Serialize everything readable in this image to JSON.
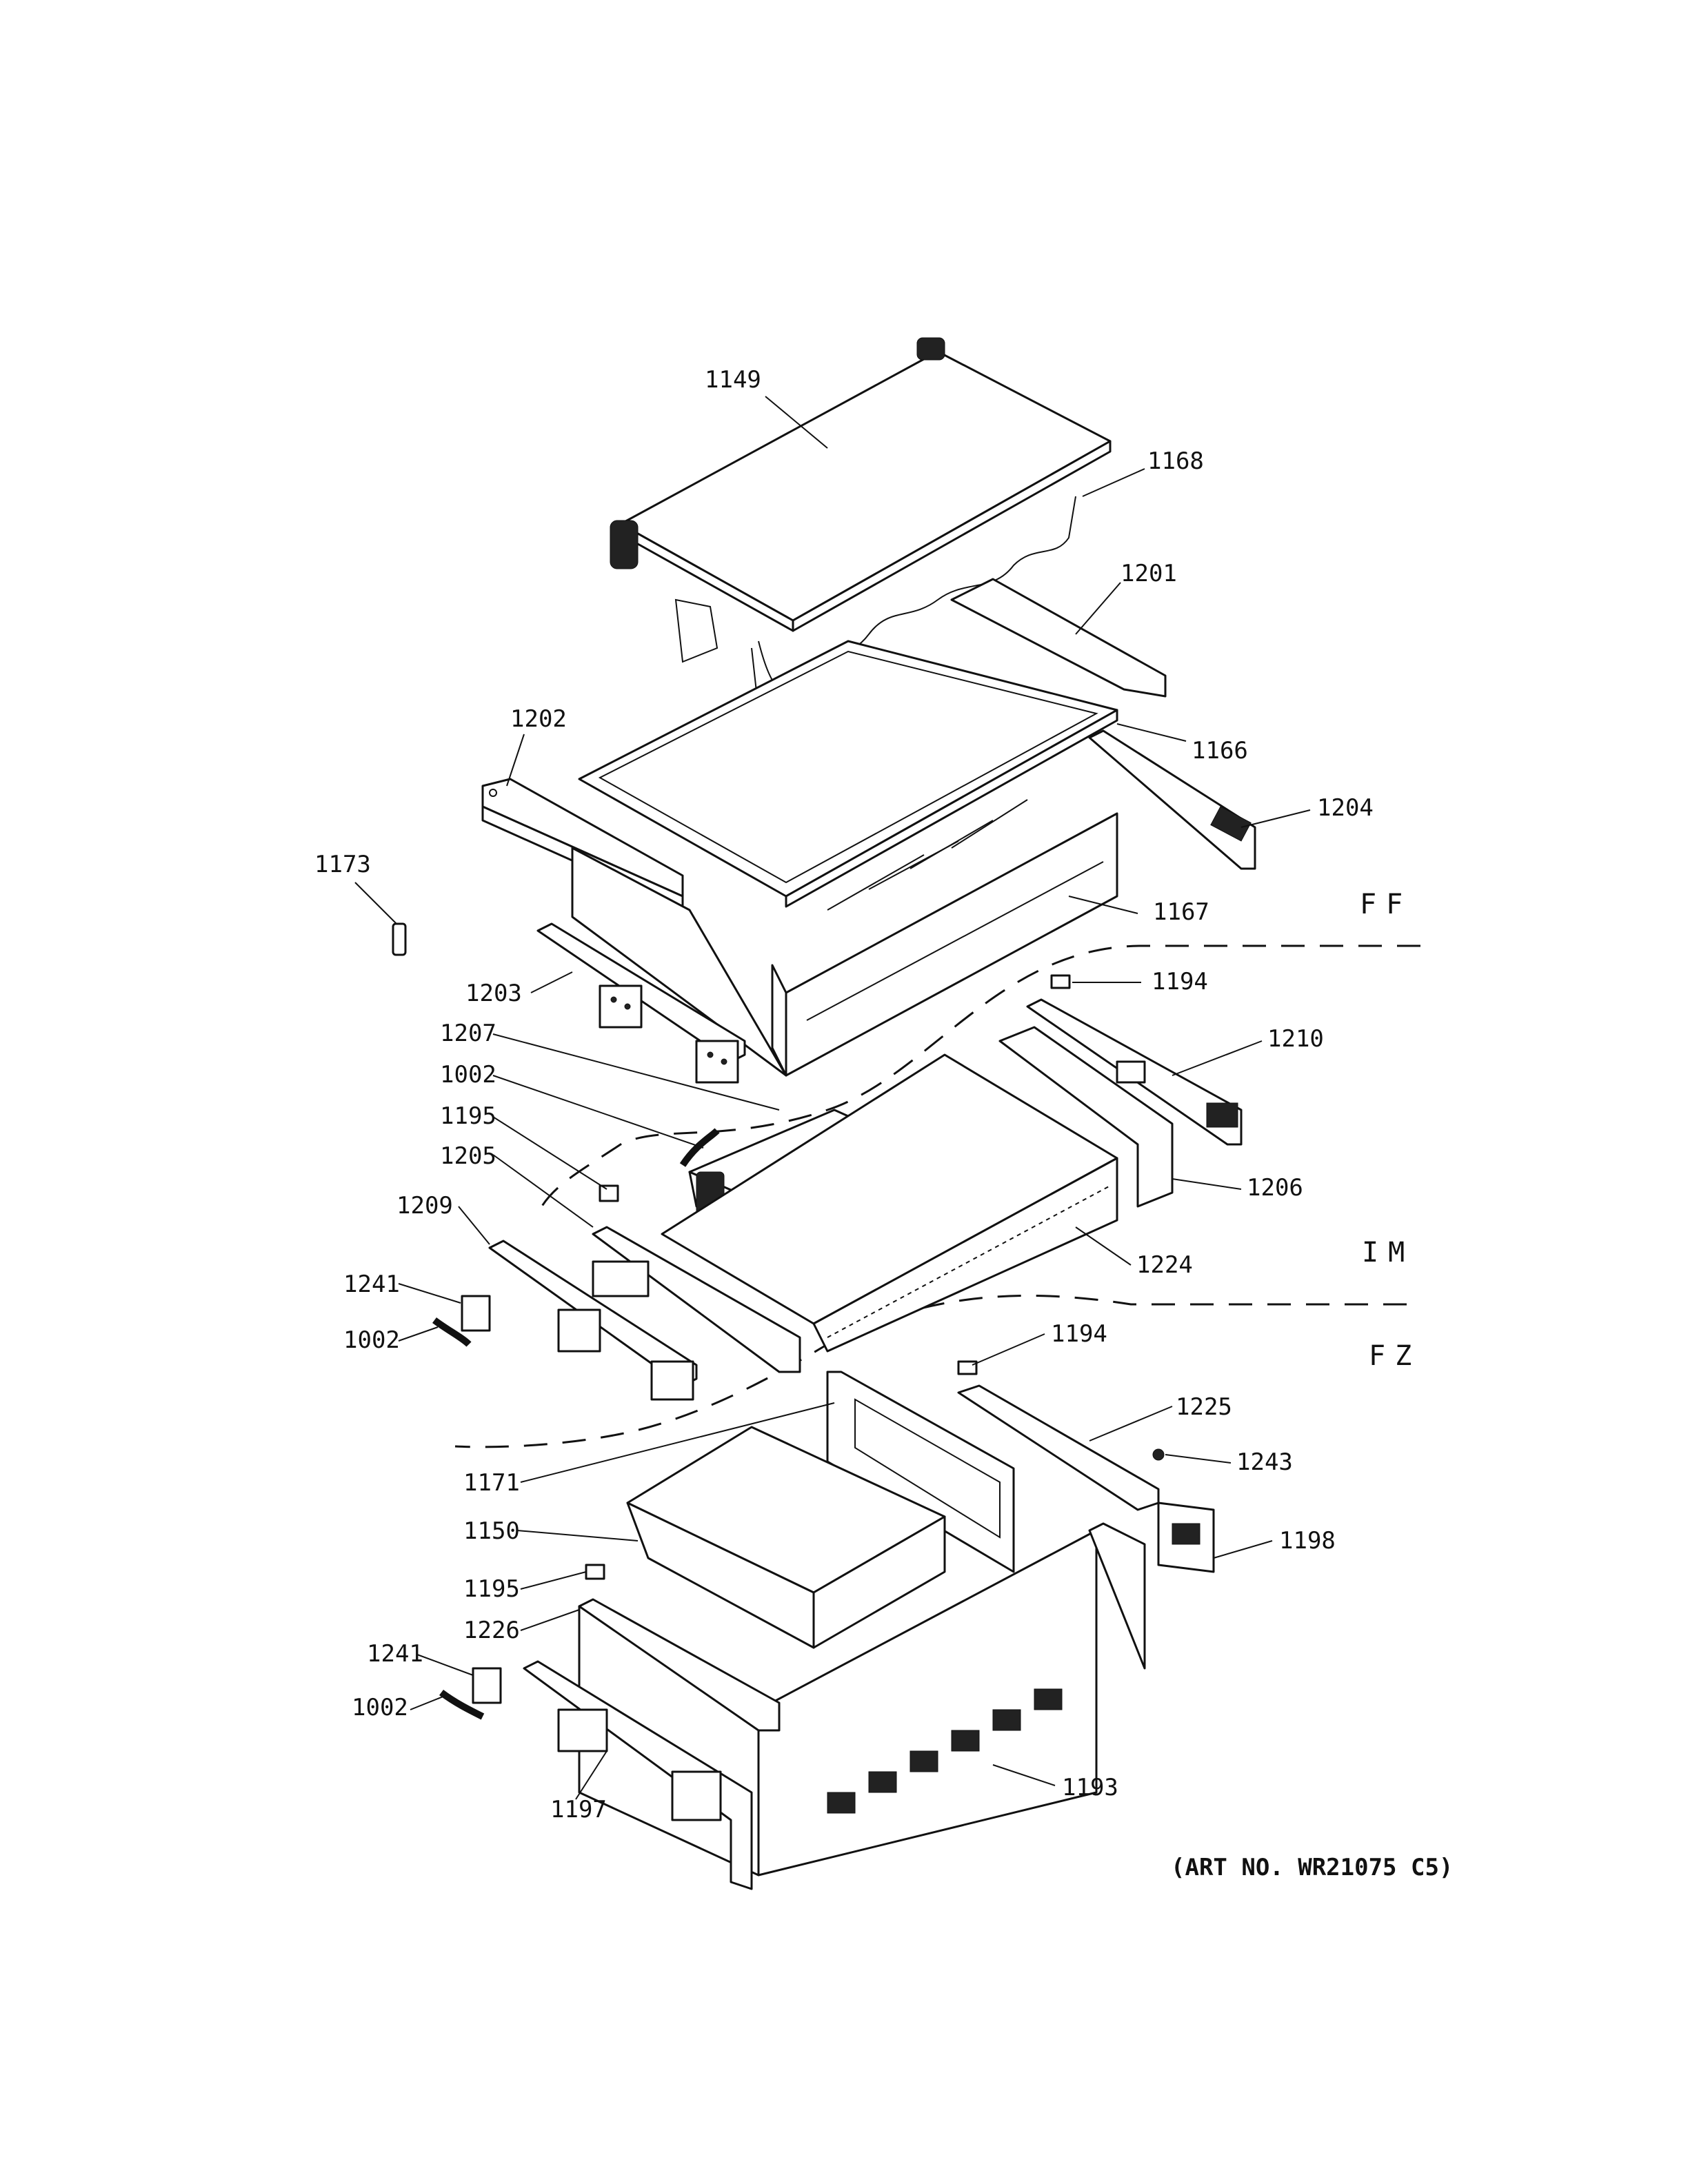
{
  "callouts": {
    "p1149": "1149",
    "p1168": "1168",
    "p1201": "1201",
    "p1202": "1202",
    "p1166": "1166",
    "p1204": "1204",
    "p1173": "1173",
    "p1167": "1167",
    "p1194a": "1194",
    "p1203": "1203",
    "p1210": "1210",
    "p1207": "1207",
    "p1002a": "1002",
    "p1195a": "1195",
    "p1206": "1206",
    "p1205": "1205",
    "p1209": "1209",
    "p1224": "1224",
    "p1241a": "1241",
    "p1002b": "1002",
    "p1194b": "1194",
    "p1225": "1225",
    "p1243": "1243",
    "p1171": "1171",
    "p1150": "1150",
    "p1198": "1198",
    "p1195b": "1195",
    "p1226": "1226",
    "p1241b": "1241",
    "p1002c": "1002",
    "p1193": "1193",
    "p1197": "1197"
  },
  "zones": {
    "ff": "FF",
    "im": "IM",
    "fz": "FZ"
  },
  "art_number": "(ART NO. WR21075 C5)"
}
